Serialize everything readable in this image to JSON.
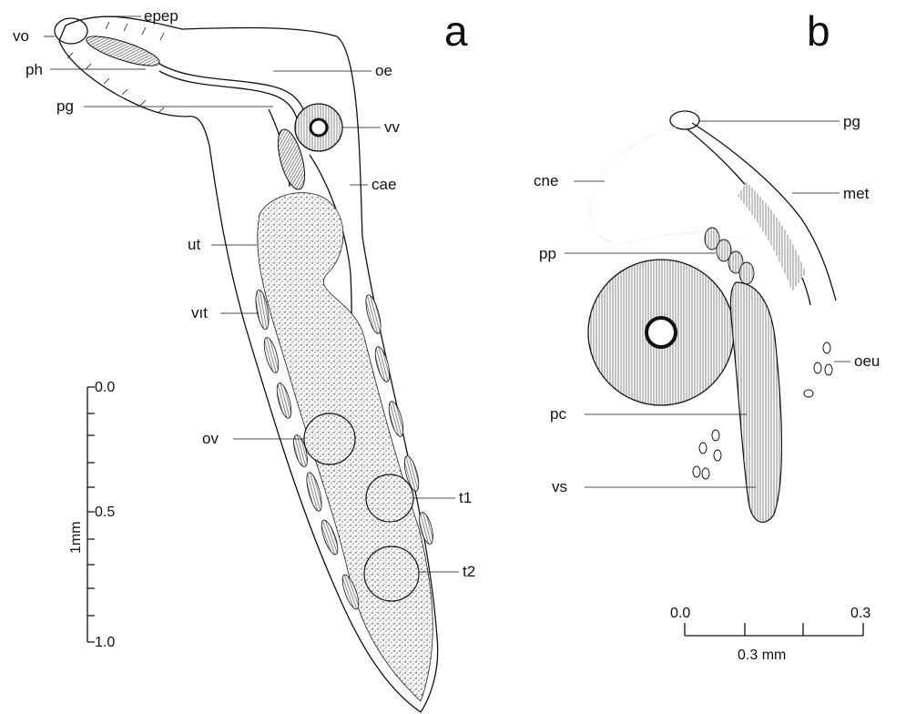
{
  "panels": {
    "a": "a",
    "b": "b"
  },
  "colors": {
    "ink": "#111111",
    "paper": "#ffffff"
  },
  "labels_a": {
    "epep": "epep",
    "vo": "vo",
    "ph": "ph",
    "oe": "oe",
    "pg": "pg",
    "vv": "vv",
    "cae": "cae",
    "ut": "ut",
    "vit": "vıt",
    "ov": "ov",
    "t1": "t1",
    "t2": "t2"
  },
  "labels_b": {
    "pg": "pg",
    "cne": "cne",
    "met": "met",
    "pp": "pp",
    "oeu": "oeu",
    "pc": "pc",
    "vs": "vs"
  },
  "scale_a": {
    "title": "1mm",
    "ticks": [
      "0.0",
      "0.5",
      "1.0"
    ]
  },
  "scale_b": {
    "title": "0.3 mm",
    "ticks": [
      "0.0",
      "0.3"
    ]
  }
}
